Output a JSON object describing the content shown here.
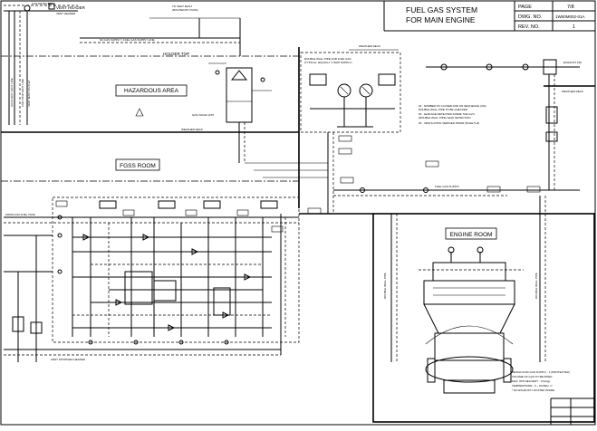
{
  "title_block": {
    "title_line1": "FUEL GAS SYSTEM",
    "title_line2": "FOR MAIN ENGINE",
    "page_label": "PAGE",
    "page_value": "7/8",
    "dwg_label": "DWG. NO.",
    "dwg_value": "1W00M002-01A",
    "rev_label": "REV. NO.",
    "rev_value": "1"
  },
  "areas": {
    "hazardous_area": "HAZARDOUS AREA",
    "fgss_room": "FGSS ROOM",
    "engine_room": "ENGINE ROOM",
    "weather_deck": "WEATHER DECK",
    "holder_top": "HOLDER TOP"
  },
  "labels": {
    "vent_header": "VENT HEADER",
    "vent_nitrogen_header": "VENT NITROGEN HEADER",
    "double_wall_pipe": "DOUBLE WALL PIPE FOR FUEL GAS",
    "exhaust_air": "EXHAUST AIR",
    "fuel_gas_supply": "FUEL GAS SUPPLY"
  }
}
